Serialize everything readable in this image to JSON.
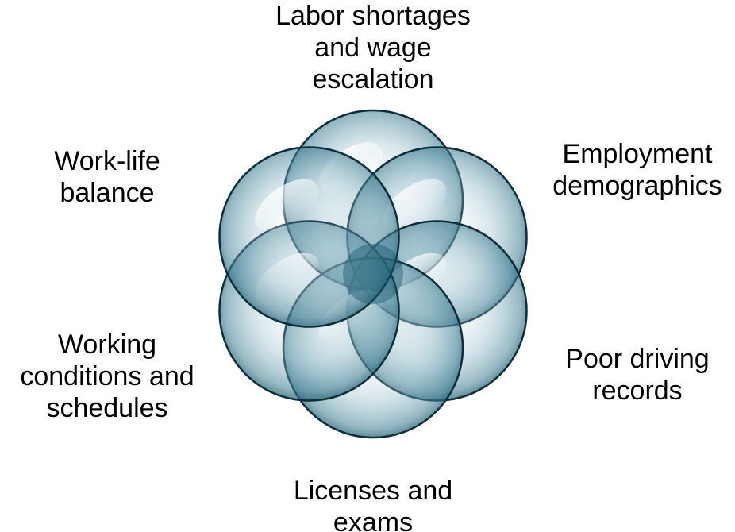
{
  "diagram": {
    "type": "overlapping-circles-flower",
    "petal_fill": "#5b99ad",
    "petal_stroke": "#0e2d3a",
    "labels": {
      "top": "Labor shortages\nand wage\nescalation",
      "upper_left": "Work-life\nbalance",
      "upper_right": "Employment\ndemographics",
      "lower_left": "Working\nconditions and\nschedules",
      "lower_right": "Poor driving\nrecords",
      "bottom": "Licenses and\nexams"
    }
  }
}
